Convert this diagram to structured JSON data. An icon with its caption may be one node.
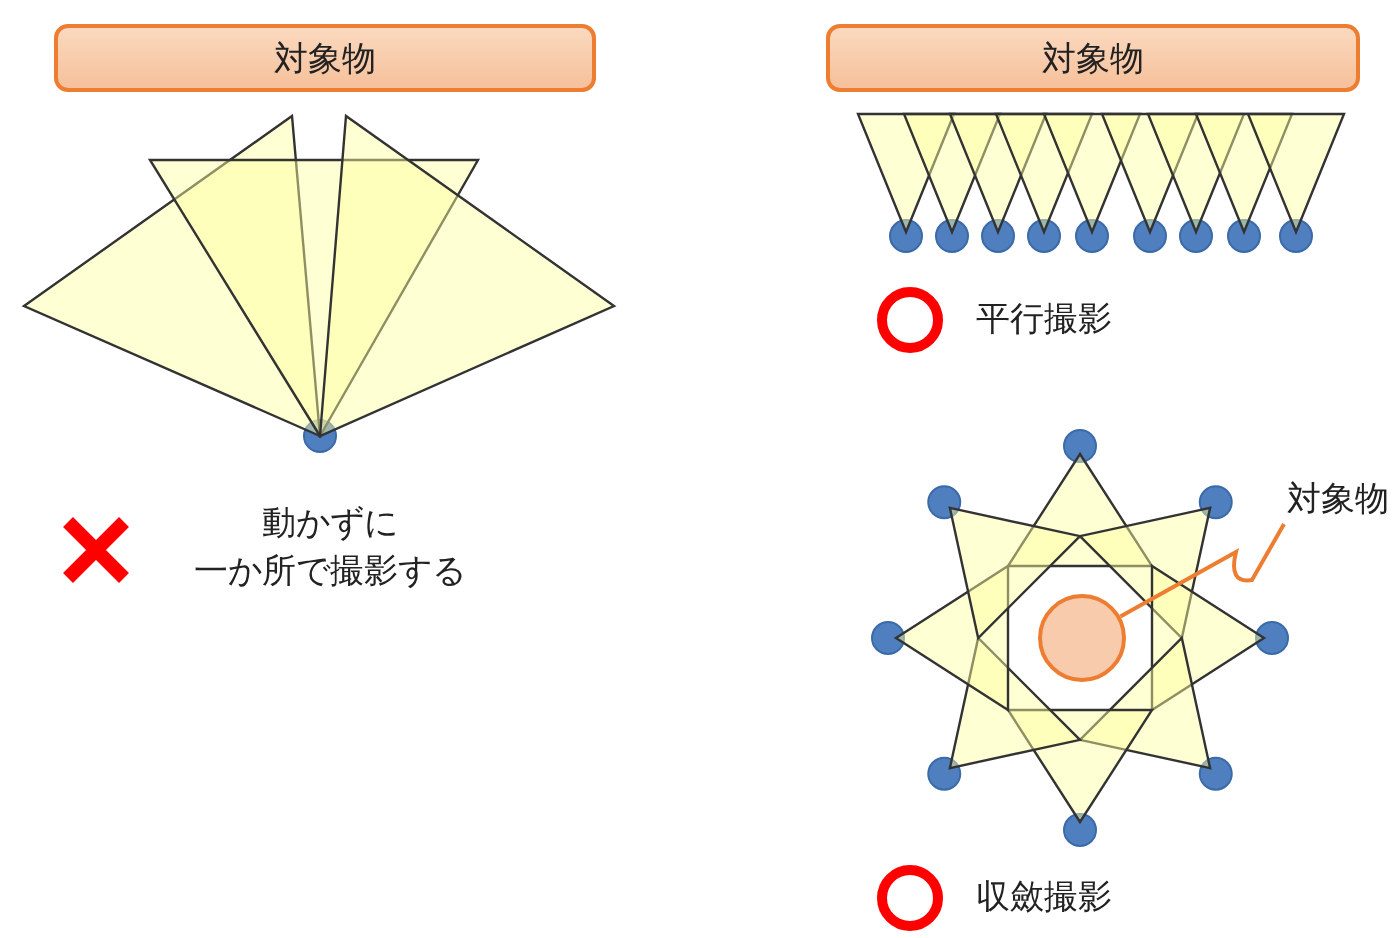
{
  "diagram": {
    "nodes": [
      {
        "text": [
          "対象物"
        ]
      },
      {
        "text": [
          "対象物"
        ]
      },
      {
        "text": [
          "対象物"
        ]
      },
      {
        "text": [],
        "shape": "circle"
      }
    ],
    "edges": [
      {
        "from": 2,
        "to": 3,
        "arrow": "none"
      }
    ],
    "labels": [
      "動かずに一か所で撮影する",
      "平行撮影",
      "収斂撮影"
    ]
  }
}
